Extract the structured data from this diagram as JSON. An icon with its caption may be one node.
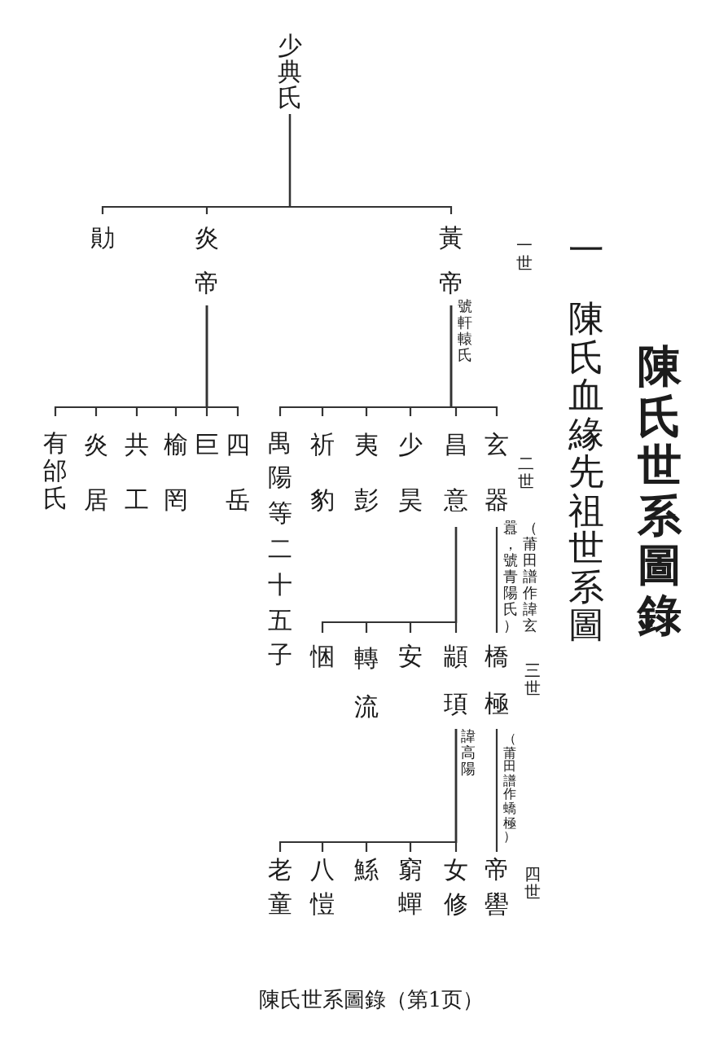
{
  "diagram": {
    "title": "陳氏世系圖錄",
    "caption": "陳氏世系圖錄（第1页）",
    "nodes": [
      {
        "text": [
          "少典氏"
        ]
      },
      {
        "text": [
          "勛"
        ]
      },
      {
        "text": [
          "炎帝"
        ]
      },
      {
        "text": [
          "黃帝"
        ],
        "beside": [
          "號軒轅氏"
        ]
      },
      {
        "text": [
          "有邰氏"
        ]
      },
      {
        "text": [
          "炎居"
        ]
      },
      {
        "text": [
          "共工"
        ]
      },
      {
        "text": [
          "榆罔"
        ]
      },
      {
        "text": [
          "巨"
        ]
      },
      {
        "text": [
          "四岳"
        ]
      },
      {
        "text": [
          "禺陽等二十五子"
        ]
      },
      {
        "text": [
          "祈豹"
        ]
      },
      {
        "text": [
          "夷彭"
        ]
      },
      {
        "text": [
          "少昊"
        ]
      },
      {
        "text": [
          "昌意"
        ]
      },
      {
        "text": [
          "玄器"
        ],
        "beside": [
          "（莆田譜作諱玄囂，號青陽氏）"
        ]
      },
      {
        "text": [
          "悃"
        ]
      },
      {
        "text": [
          "轉流"
        ]
      },
      {
        "text": [
          "安"
        ]
      },
      {
        "text": [
          "顓頊"
        ],
        "beside": [
          "諱高陽"
        ]
      },
      {
        "text": [
          "橋極"
        ],
        "beside": [
          "（莆田譜作蟜極）"
        ]
      },
      {
        "text": [
          "老童"
        ]
      },
      {
        "text": [
          "八愷"
        ]
      },
      {
        "text": [
          "鯀"
        ]
      },
      {
        "text": [
          "窮蟬"
        ]
      },
      {
        "text": [
          "女修"
        ]
      },
      {
        "text": [
          "帝嚳"
        ]
      }
    ],
    "edges": [
      {
        "from": 0,
        "to": 1,
        "arrow": "none"
      },
      {
        "from": 0,
        "to": 2,
        "arrow": "none"
      },
      {
        "from": 0,
        "to": 3,
        "arrow": "none"
      },
      {
        "from": 2,
        "to": 4,
        "arrow": "none"
      },
      {
        "from": 2,
        "to": 5,
        "arrow": "none"
      },
      {
        "from": 2,
        "to": 6,
        "arrow": "none"
      },
      {
        "from": 2,
        "to": 7,
        "arrow": "none"
      },
      {
        "from": 2,
        "to": 8,
        "arrow": "none"
      },
      {
        "from": 2,
        "to": 9,
        "arrow": "none"
      },
      {
        "from": 3,
        "to": 10,
        "arrow": "none"
      },
      {
        "from": 3,
        "to": 11,
        "arrow": "none"
      },
      {
        "from": 3,
        "to": 12,
        "arrow": "none"
      },
      {
        "from": 3,
        "to": 13,
        "arrow": "none"
      },
      {
        "from": 3,
        "to": 14,
        "arrow": "none"
      },
      {
        "from": 3,
        "to": 15,
        "arrow": "none"
      },
      {
        "from": 14,
        "to": 16,
        "arrow": "none"
      },
      {
        "from": 14,
        "to": 17,
        "arrow": "none"
      },
      {
        "from": 14,
        "to": 18,
        "arrow": "none"
      },
      {
        "from": 14,
        "to": 19,
        "arrow": "none"
      },
      {
        "from": 15,
        "to": 20,
        "arrow": "none"
      },
      {
        "from": 19,
        "to": 21,
        "arrow": "none"
      },
      {
        "from": 19,
        "to": 22,
        "arrow": "none"
      },
      {
        "from": 19,
        "to": 23,
        "arrow": "none"
      },
      {
        "from": 19,
        "to": 24,
        "arrow": "none"
      },
      {
        "from": 19,
        "to": 25,
        "arrow": "none"
      },
      {
        "from": 20,
        "to": 26,
        "arrow": "none"
      }
    ],
    "labels": [
      "一",
      "陳氏血緣先祖世系圖",
      "一世",
      "二世",
      "三世",
      "四世"
    ]
  }
}
